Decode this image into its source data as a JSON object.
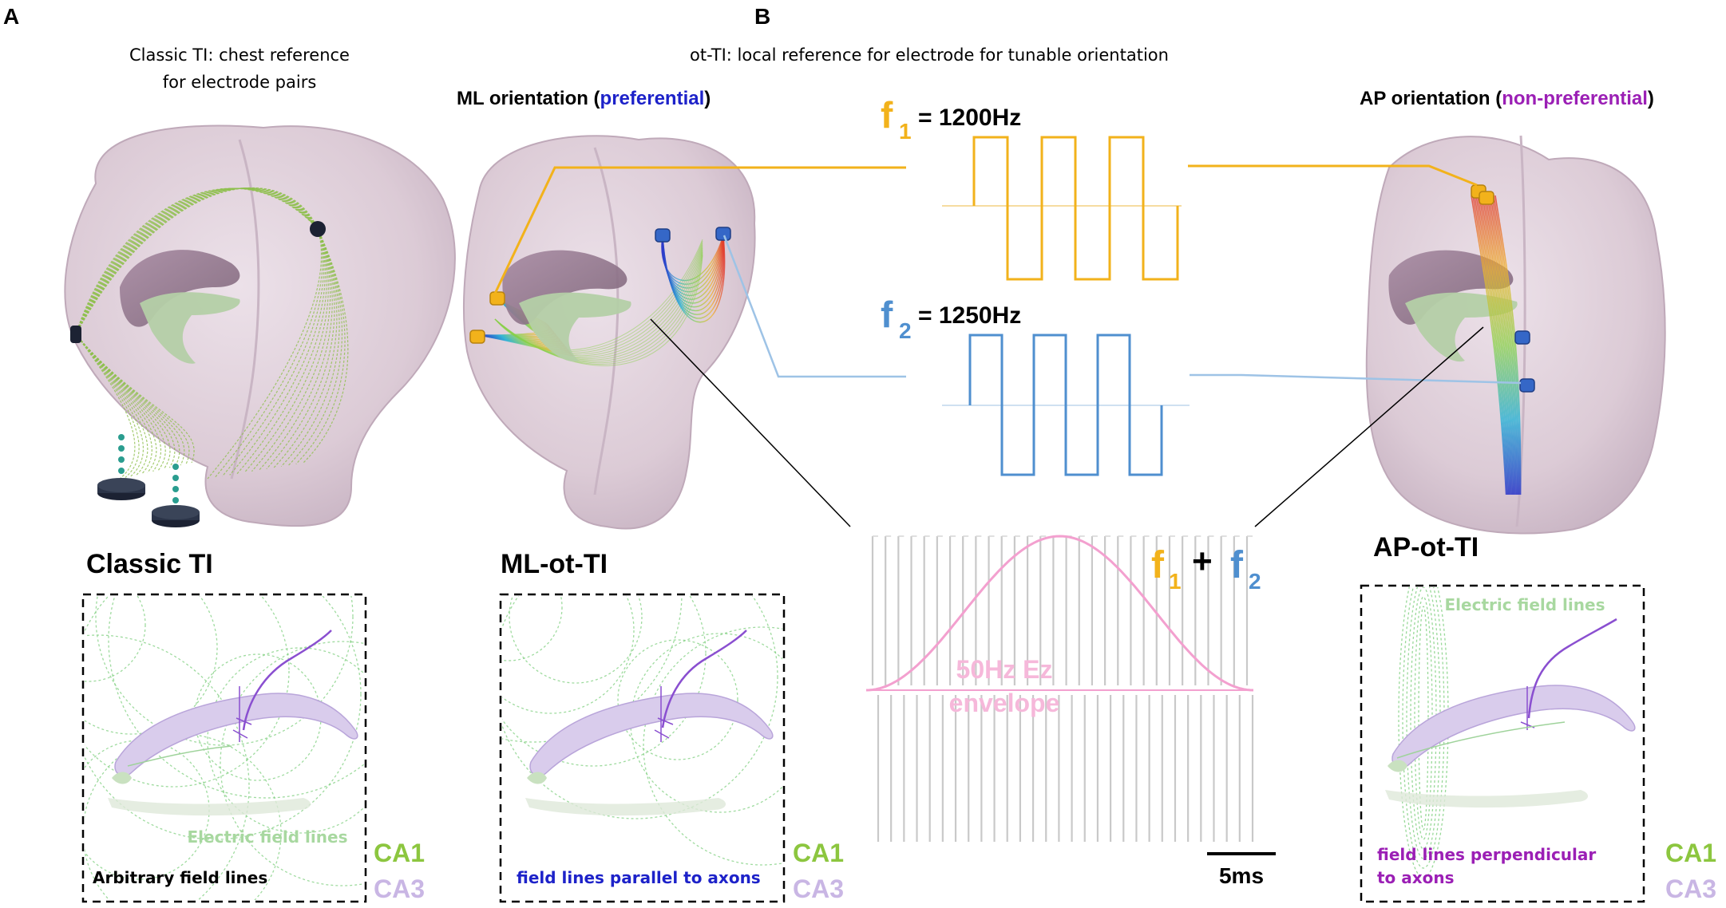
{
  "panel_a": {
    "label": "A",
    "classic_caption_line1": "Classic TI: chest reference",
    "classic_caption_line2": "for electrode pairs",
    "ml_heading_prefix": "ML orientation (",
    "ml_heading_keyword": "preferential",
    "ml_heading_suffix": ")",
    "classic_box_title": "Classic TI",
    "classic_box_field_label": "Electric field lines",
    "classic_box_note": "Arbitrary field lines",
    "ml_box_title": "ML-ot-TI",
    "ml_box_note": "field lines parallel to axons",
    "ca1": "CA1",
    "ca3": "CA3"
  },
  "panel_b": {
    "label": "B",
    "caption": "ot-TI: local reference for electrode for tunable orientation",
    "ap_heading_prefix": "AP orientation (",
    "ap_heading_keyword": "non-preferential",
    "ap_heading_suffix": ")",
    "f1_symbol": "f",
    "f1_sub": "1",
    "f1_value": "= 1200Hz",
    "f2_symbol": "f",
    "f2_sub": "2",
    "f2_value": "= 1250Hz",
    "sum_f1": "f",
    "sum_f1_sub": "1",
    "sum_plus": "+",
    "sum_f2": "f",
    "sum_f2_sub": "2",
    "envelope_line1": "50Hz Ez",
    "envelope_line2": "envelope",
    "scalebar": "5ms",
    "ap_box_title": "AP-ot-TI",
    "ap_box_field_label": "Electric field lines",
    "ap_box_note_line1": "field lines perpendicular",
    "ap_box_note_line2": "to axons",
    "ca1": "CA1",
    "ca3": "CA3"
  },
  "colors": {
    "f1_orange": "#f2b21b",
    "f2_blue": "#4f8fcf",
    "envelope_pink": "#f3a0cf",
    "ca1_green": "#8cc63f",
    "ca3_lavender": "#c9b6e4",
    "preferential_blue": "#1d22c9",
    "nonpreferential_purple": "#9b1fb5",
    "field_green": "#7fcf7f"
  }
}
